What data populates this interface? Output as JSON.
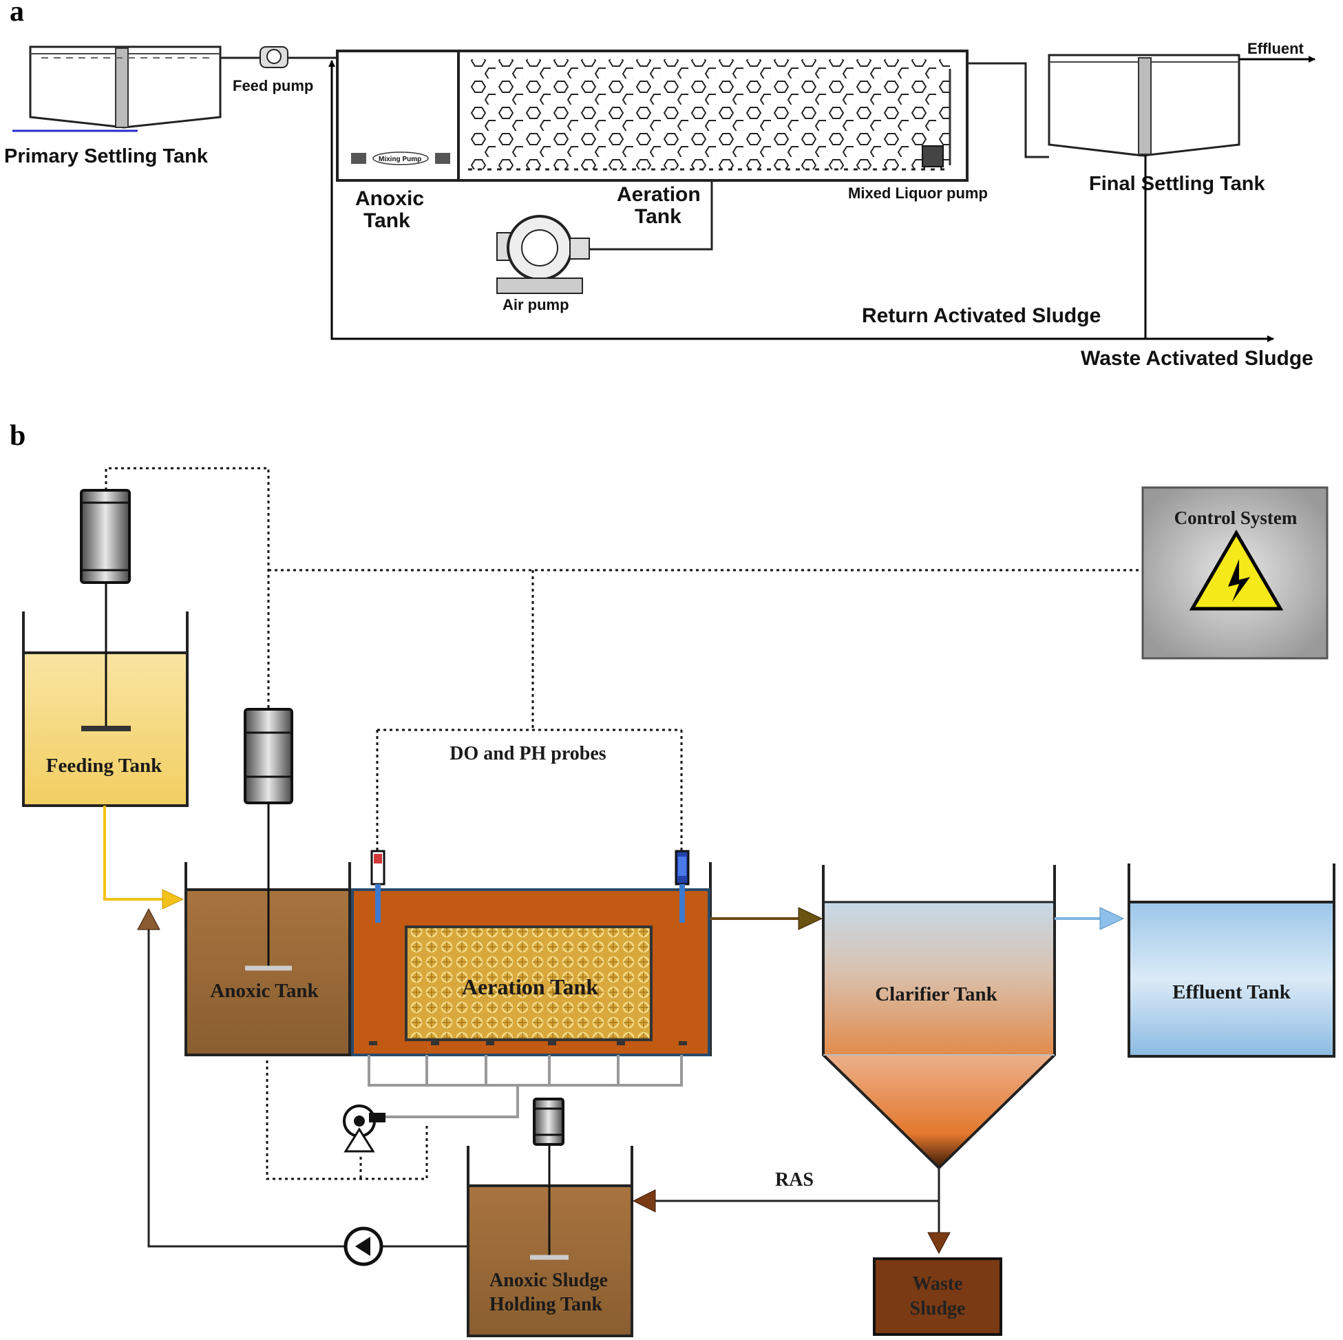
{
  "panels": {
    "a": {
      "letter": "a",
      "labels": {
        "primary_settling_tank": "Primary Settling Tank",
        "feed_pump": "Feed pump",
        "mixing_pump": "Mixing Pump",
        "anoxic_tank_line1": "Anoxic",
        "anoxic_tank_line2": "Tank",
        "aeration_tank_line1": "Aeration",
        "aeration_tank_line2": "Tank",
        "air_pump": "Air pump",
        "mixed_liquor_pump": "Mixed Liquor pump",
        "final_settling_tank": "Final Settling Tank",
        "effluent": "Effluent",
        "return_activated_sludge": "Return Activated Sludge",
        "waste_activated_sludge": "Waste Activated Sludge"
      }
    },
    "b": {
      "letter": "b",
      "labels": {
        "control_system": "Control System",
        "feeding_tank": "Feeding Tank",
        "do_ph_probes": "DO and PH probes",
        "anoxic_tank": "Anoxic Tank",
        "aeration_tank": "Aeration Tank",
        "clarifier_tank": "Clarifier Tank",
        "effluent_tank": "Effluent Tank",
        "ras": "RAS",
        "anoxic_sludge_line1": "Anoxic Sludge",
        "anoxic_sludge_line2": "Holding Tank",
        "waste_sludge_line1": "Waste",
        "waste_sludge_line2": "Sludge"
      }
    }
  },
  "colors": {
    "feeding_tank": "#f6d77a",
    "anoxic_tank": "#9a6a3a",
    "aeration_tank": "#c25a14",
    "media": "#d6a53a",
    "clarifier_top": "#c9d9e6",
    "clarifier_bottom": "#e08a4a",
    "effluent_tank": "#a9cdec",
    "waste_sludge": "#7a3a14",
    "control_system": "#c4c4c4",
    "feed_line": "#f2c21a",
    "effluent_line": "#7fb5e0",
    "sludge_line": "#6a4a14"
  }
}
